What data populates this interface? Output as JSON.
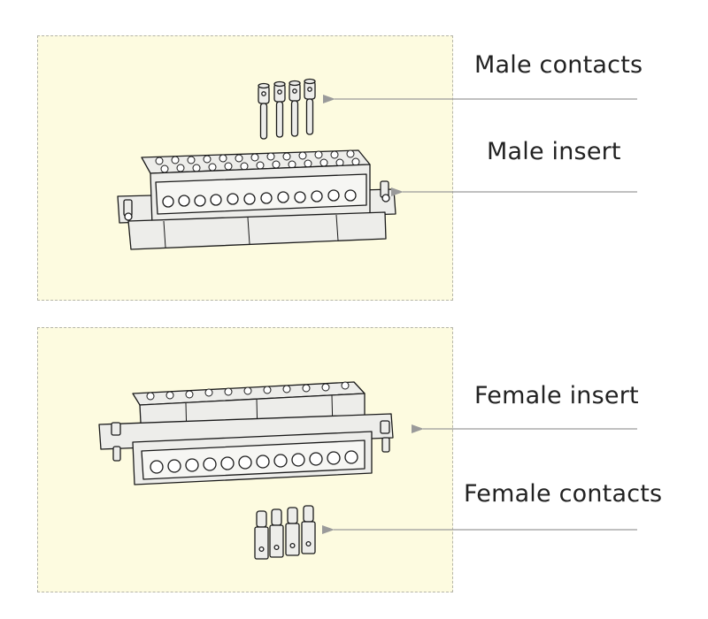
{
  "labels": {
    "male_contacts": "Male contacts",
    "male_insert": "Male insert",
    "female_insert": "Female insert",
    "female_contacts": "Female contacts"
  },
  "colors": {
    "panel_background": "#fdfbe0",
    "panel_border": "#b5b5a8",
    "part_fill": "#ededea",
    "part_outline": "#1a1a1a",
    "arrow": "#9a9a9a",
    "text": "#222222"
  },
  "icons": {
    "male_contacts": "male-contact-pin-icon",
    "male_insert": "male-insert-connector-icon",
    "female_insert": "female-insert-connector-icon",
    "female_contacts": "female-contact-socket-icon"
  }
}
